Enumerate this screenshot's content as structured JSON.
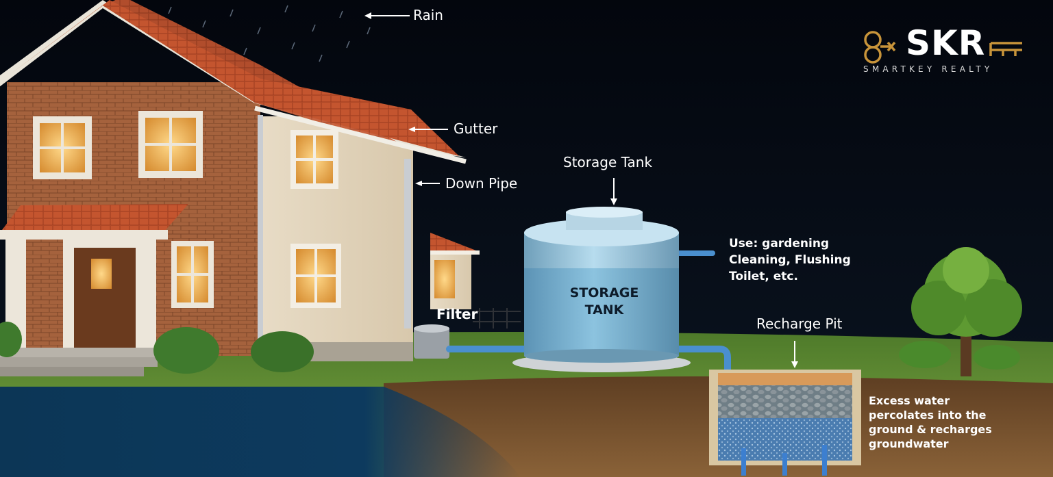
{
  "labels": {
    "rain": "Rain",
    "gutter": "Gutter",
    "down_pipe": "Down Pipe",
    "storage_tank_title": "Storage Tank",
    "tank_line1": "STORAGE",
    "tank_line2": "TANK",
    "filter": "Filter",
    "recharge_pit": "Recharge Pit",
    "use_lines": [
      "Use: gardening",
      "Cleaning, Flushing",
      "Toilet, etc."
    ],
    "excess_lines": [
      "Excess water",
      "percolates into the",
      "ground & recharges",
      "groundwater"
    ]
  },
  "brand": {
    "name": "SKR",
    "tagline": "SMARTKEY REALTY",
    "accent": "#c8943a"
  },
  "colors": {
    "sky": "#050a14",
    "grass": "#6f9a3a",
    "soil": "#7a5532",
    "water_panel": "#0d3a5e",
    "roof": "#c4552f",
    "brick": "#a5623d",
    "tank": "#8fbfd8"
  }
}
